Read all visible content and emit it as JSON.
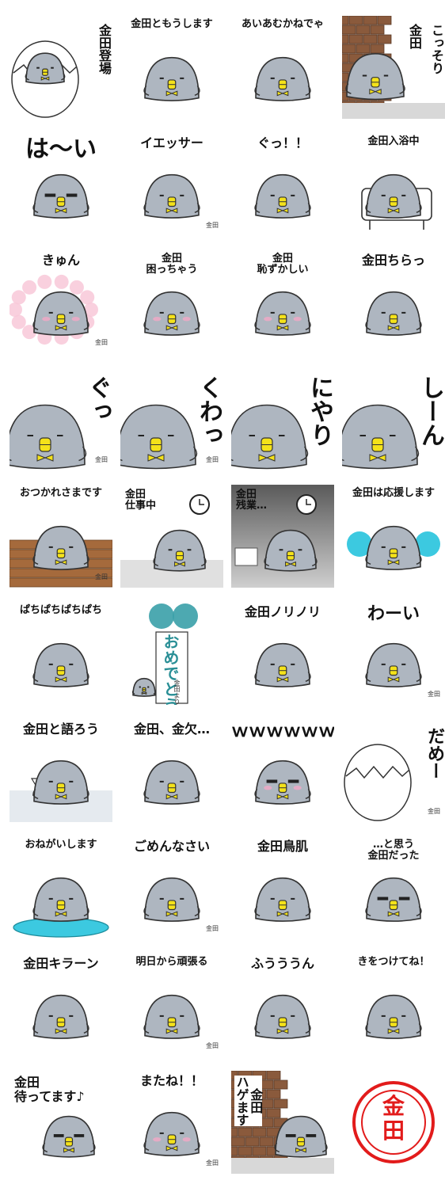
{
  "stickers": [
    {
      "id": "s01",
      "caption": "金田登場",
      "layout": "vertical-right",
      "bg": "egg",
      "size": "m",
      "pose": "hatch"
    },
    {
      "id": "s02",
      "caption": "金田ともうします",
      "layout": "top",
      "bg": "none",
      "size": "s",
      "pose": "bow"
    },
    {
      "id": "s03",
      "caption": "あいあむかねでゃ",
      "layout": "top",
      "bg": "none",
      "size": "s",
      "pose": "side"
    },
    {
      "id": "s04",
      "caption": "こっそり",
      "sub": "金田",
      "layout": "vertical-right",
      "bg": "brick",
      "size": "m",
      "pose": "peek"
    },
    {
      "id": "s05",
      "caption": "は〜い",
      "layout": "top",
      "bg": "none",
      "size": "xl",
      "pose": "brows"
    },
    {
      "id": "s06",
      "caption": "イエッサー",
      "layout": "top",
      "bg": "none",
      "size": "m",
      "pose": "salute",
      "tag": "金田"
    },
    {
      "id": "s07",
      "caption": "ぐっ！！",
      "layout": "top",
      "bg": "none",
      "size": "m",
      "pose": "fist"
    },
    {
      "id": "s08",
      "caption": "金田入浴中",
      "layout": "top",
      "bg": "bath",
      "size": "s",
      "pose": "bath"
    },
    {
      "id": "s09",
      "caption": "きゅん",
      "layout": "top",
      "bg": "flowers",
      "size": "m",
      "pose": "blush",
      "tag": "金田"
    },
    {
      "id": "s10",
      "caption": "金田\n困っちゃう",
      "layout": "top",
      "bg": "none",
      "size": "s",
      "pose": "trouble"
    },
    {
      "id": "s11",
      "caption": "金田\n恥ずかしい",
      "layout": "top",
      "bg": "none",
      "size": "s",
      "pose": "shy"
    },
    {
      "id": "s12",
      "caption": "金田ちらっ",
      "layout": "top",
      "bg": "none",
      "size": "m",
      "pose": "glance"
    },
    {
      "id": "s13",
      "caption": "ぐっ",
      "layout": "vertical-right",
      "bg": "none",
      "size": "xl",
      "pose": "closeup",
      "tag": "金田"
    },
    {
      "id": "s14",
      "caption": "くわっ",
      "layout": "vertical-right",
      "bg": "none",
      "size": "xl",
      "pose": "shock",
      "tag": "金田"
    },
    {
      "id": "s15",
      "caption": "にやり",
      "layout": "vertical-right",
      "bg": "none",
      "size": "xl",
      "pose": "smirk"
    },
    {
      "id": "s16",
      "caption": "しーん",
      "layout": "vertical-right",
      "bg": "none",
      "size": "xl",
      "pose": "silent"
    },
    {
      "id": "s17",
      "caption": "おつかれさまです",
      "layout": "top",
      "bg": "wood",
      "size": "s",
      "pose": "tired",
      "tag": "金田"
    },
    {
      "id": "s18",
      "caption": "金田\n仕事中",
      "layout": "top-left",
      "bg": "desk",
      "size": "s",
      "pose": "work"
    },
    {
      "id": "s19",
      "caption": "金田\n残業…",
      "layout": "top-left",
      "bg": "dark",
      "size": "s",
      "pose": "overtime"
    },
    {
      "id": "s20",
      "caption": "金田は応援します",
      "layout": "top",
      "bg": "pompom",
      "size": "s",
      "pose": "cheer"
    },
    {
      "id": "s21",
      "caption": "ぱちぱちぱちぱち",
      "layout": "top",
      "bg": "none",
      "size": "s",
      "pose": "clap"
    },
    {
      "id": "s22",
      "caption": "おめでとう",
      "layout": "banner",
      "bg": "banner",
      "size": "s",
      "pose": "congrats",
      "tag": "金田より"
    },
    {
      "id": "s23",
      "caption": "金田ノリノリ",
      "layout": "top",
      "bg": "none",
      "size": "m",
      "pose": "dance"
    },
    {
      "id": "s24",
      "caption": "わーい",
      "layout": "top",
      "bg": "none",
      "size": "l",
      "pose": "jump",
      "tag": "金田"
    },
    {
      "id": "s25",
      "caption": "金田と語ろう",
      "layout": "top",
      "bg": "bar",
      "size": "m",
      "pose": "talk"
    },
    {
      "id": "s26",
      "caption": "金田、金欠…",
      "layout": "top",
      "bg": "none",
      "size": "m",
      "pose": "broke"
    },
    {
      "id": "s27",
      "caption": "ｗｗｗｗｗｗ",
      "layout": "top",
      "bg": "none",
      "size": "l",
      "pose": "laugh"
    },
    {
      "id": "s28",
      "caption": "だめー",
      "layout": "vertical-right",
      "bg": "egg2",
      "size": "l",
      "pose": "nope",
      "tag": "金田"
    },
    {
      "id": "s29",
      "caption": "おねがいします",
      "layout": "top",
      "bg": "cushion",
      "size": "s",
      "pose": "please"
    },
    {
      "id": "s30",
      "caption": "ごめんなさい",
      "layout": "top",
      "bg": "none",
      "size": "m",
      "pose": "sorry",
      "tag": "金田"
    },
    {
      "id": "s31",
      "caption": "金田鳥肌",
      "layout": "top",
      "bg": "none",
      "size": "m",
      "pose": "goose"
    },
    {
      "id": "s32",
      "caption": "…と思う\n金田だった",
      "layout": "top",
      "bg": "none",
      "size": "s",
      "pose": "glasses"
    },
    {
      "id": "s33",
      "caption": "金田キラーン",
      "layout": "top",
      "bg": "none",
      "size": "m",
      "pose": "sparkle"
    },
    {
      "id": "s34",
      "caption": "明日から頑張る",
      "layout": "top",
      "bg": "none",
      "size": "s",
      "pose": "lazy",
      "tag": "金田"
    },
    {
      "id": "s35",
      "caption": "ふうううん",
      "layout": "top",
      "bg": "none",
      "size": "m",
      "pose": "sigh"
    },
    {
      "id": "s36",
      "caption": "きをつけてね！",
      "layout": "top",
      "bg": "none",
      "size": "s",
      "pose": "wave"
    },
    {
      "id": "s37",
      "caption": "金田\n待ってます♪",
      "layout": "top-left",
      "bg": "none",
      "size": "m",
      "pose": "wait"
    },
    {
      "id": "s38",
      "caption": "またね！！",
      "layout": "top",
      "bg": "none",
      "size": "m",
      "pose": "bye",
      "tag": "金田"
    },
    {
      "id": "s39",
      "caption": "金田\nハゲます",
      "layout": "vertical-left",
      "bg": "brick2",
      "size": "m",
      "pose": "bald"
    },
    {
      "id": "s40",
      "caption": "金\n田",
      "layout": "stamp",
      "bg": "stamp",
      "size": "l",
      "pose": "stamp"
    }
  ],
  "colors": {
    "body": "#aeb6c0",
    "bodyShade": "#9aa3ad",
    "beak": "#f4e21a",
    "outline": "#333333",
    "cyan": "#3cc9e0",
    "brick": "#8a5a3c",
    "stamp": "#e21b1b",
    "blush": "#f3a9c6"
  }
}
